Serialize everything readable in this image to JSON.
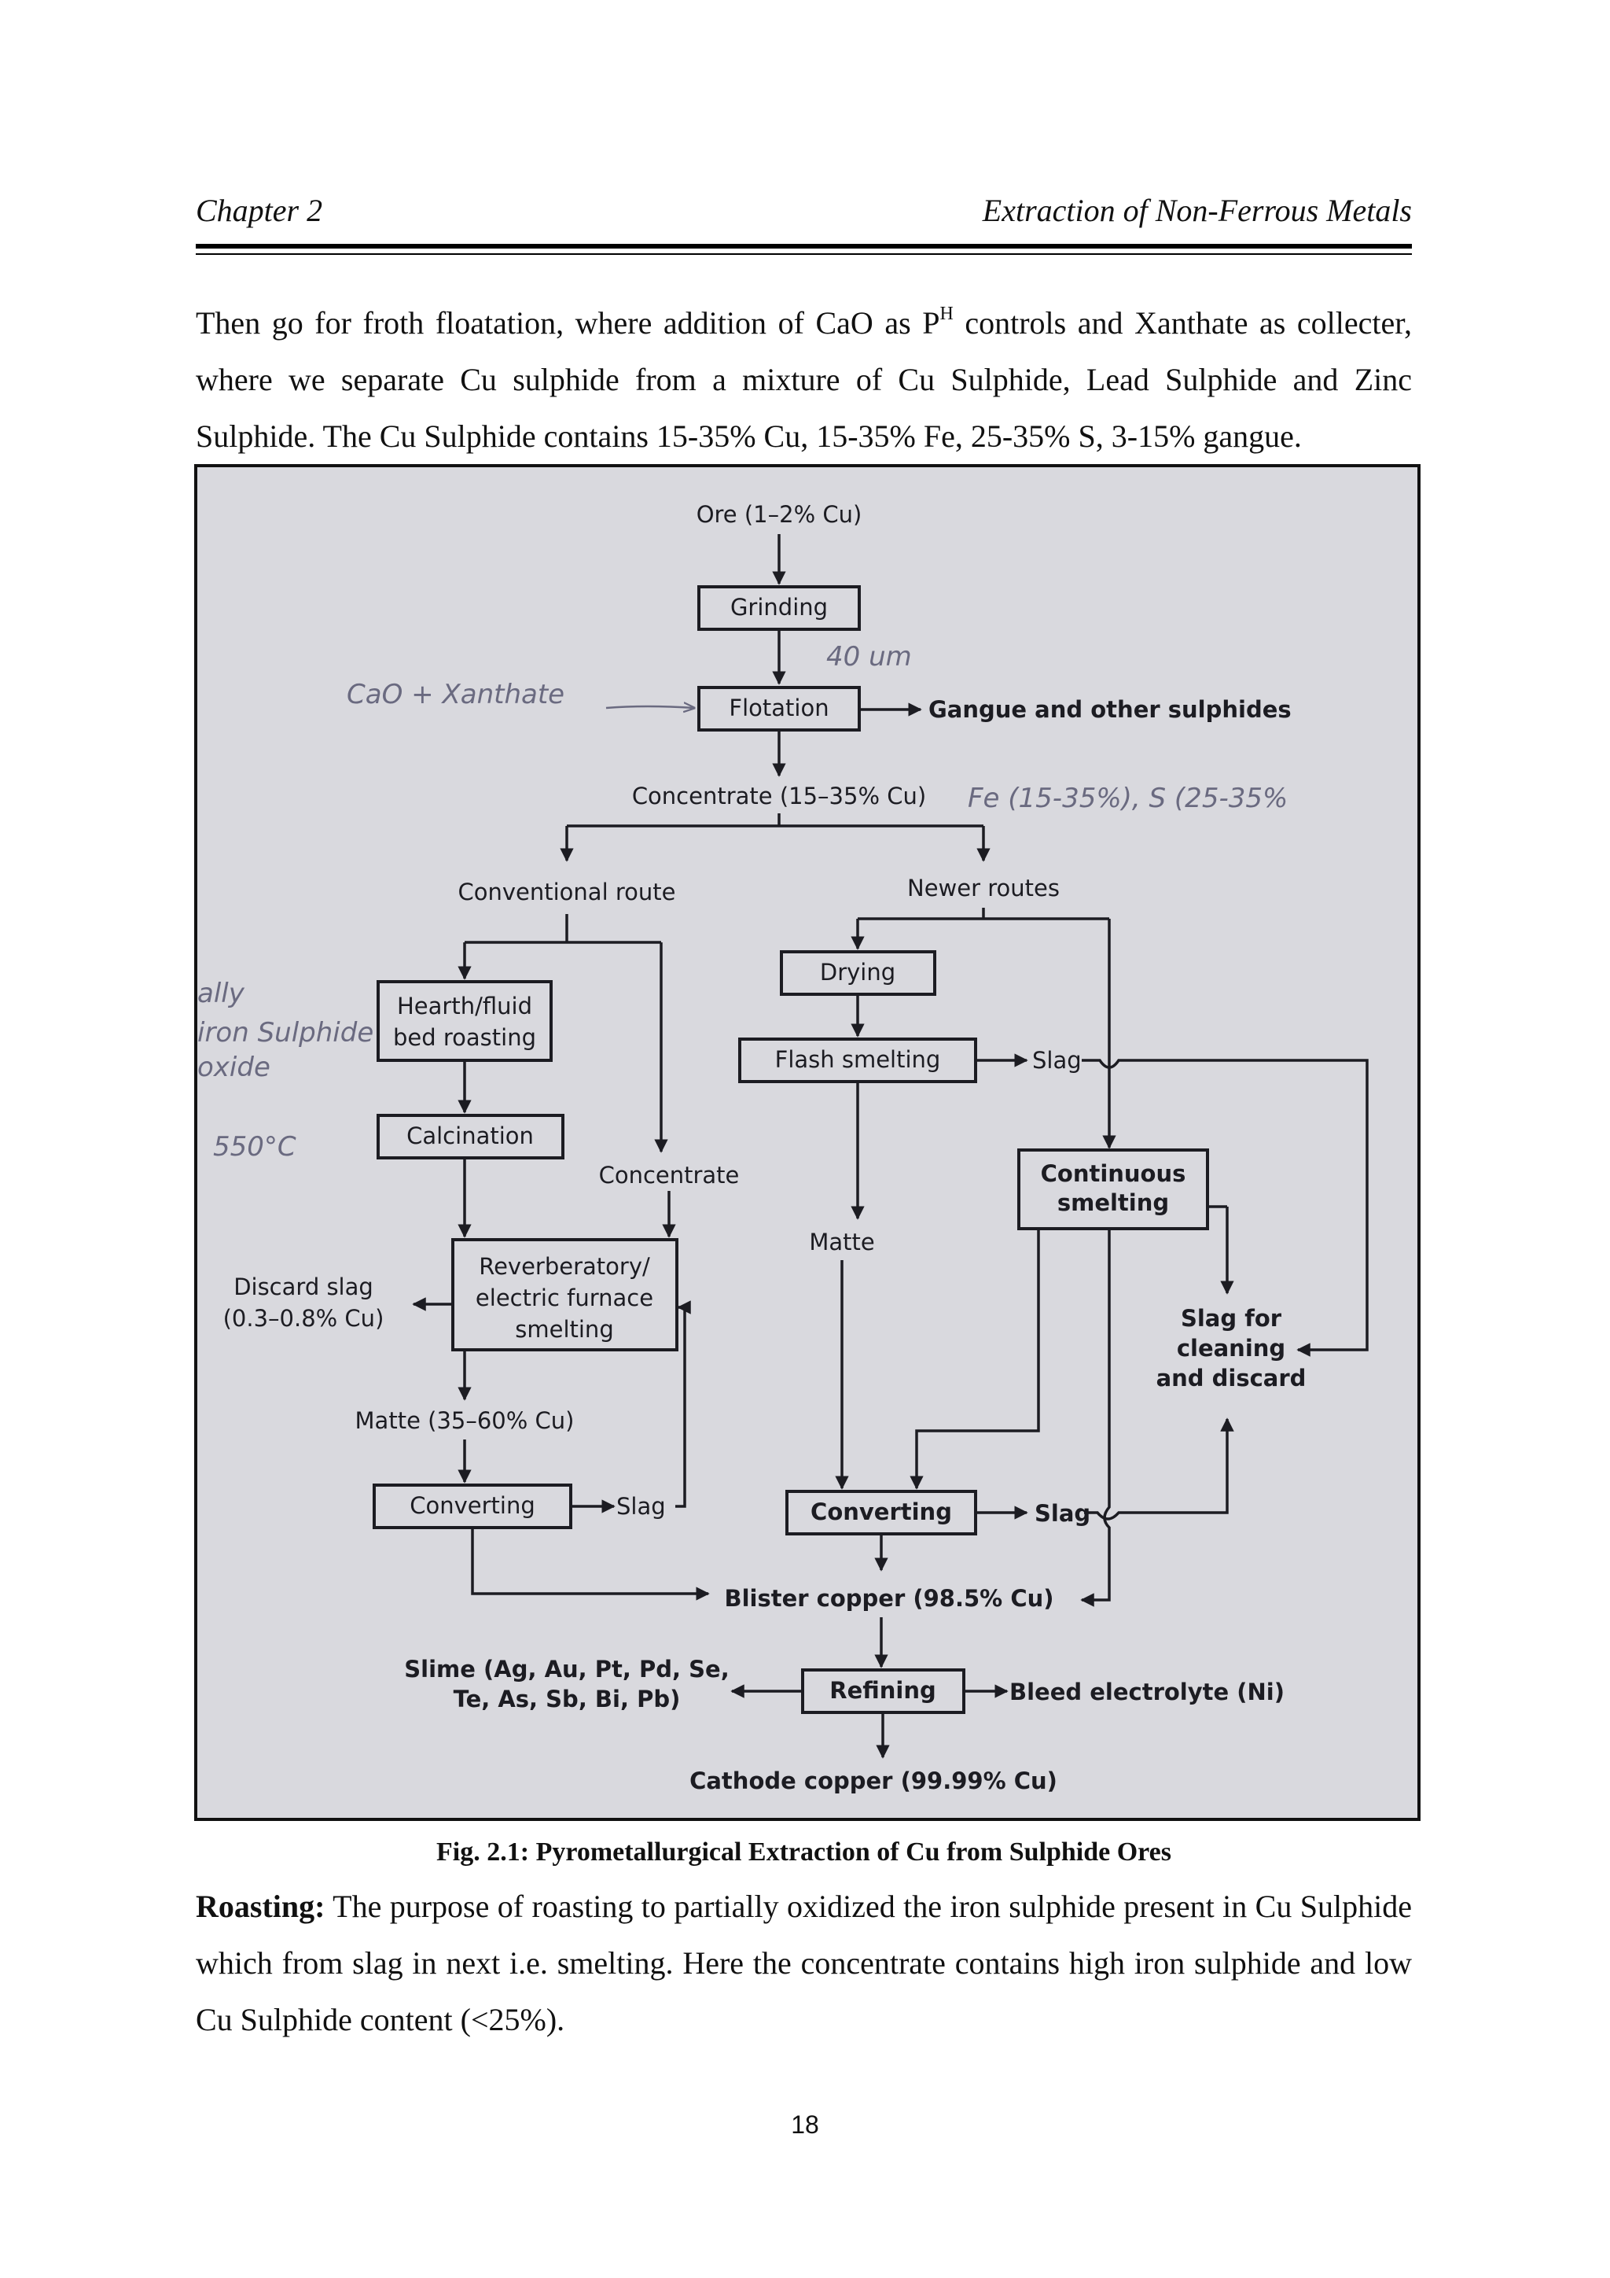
{
  "header": {
    "chapter": "Chapter 2",
    "title": "Extraction of Non-Ferrous Metals"
  },
  "intro": {
    "text_1": "Then go for froth floatation, where addition of CaO as P",
    "sup": "H",
    "text_2": " controls and Xanthate as collecter, where we separate Cu sulphide from a mixture of Cu Sulphide, Lead Sulphide and Zinc Sulphide. The Cu Sulphide contains 15-35% Cu, 15-35% Fe, 25-35% S, 3-15% gangue."
  },
  "flowchart": {
    "ore": "Ore (1–2% Cu)",
    "grinding": "Grinding",
    "flotation": "Flotation",
    "gangue": "Gangue and other sulphides",
    "concentrate": "Concentrate (15–35% Cu)",
    "conventional": "Conventional route",
    "newer": "Newer routes",
    "drying": "Drying",
    "hearth_1": "Hearth/fluid",
    "hearth_2": "bed roasting",
    "flash": "Flash smelting",
    "slag": "Slag",
    "calcination": "Calcination",
    "concentrate2": "Concentrate",
    "continuous_1": "Continuous",
    "continuous_2": "smelting",
    "matte": "Matte",
    "discard_1": "Discard slag",
    "discard_2": "(0.3–0.8% Cu)",
    "reverb_1": "Reverberatory/",
    "reverb_2": "electric furnace",
    "reverb_3": "smelting",
    "slagfor_1": "Slag for",
    "slagfor_2": "cleaning",
    "slagfor_3": "and discard",
    "matte2": "Matte (35–60% Cu)",
    "converting": "Converting",
    "blister": "Blister copper (98.5% Cu)",
    "slime_1": "Slime (Ag, Au, Pt, Pd, Se,",
    "slime_2": "Te, As, Sb, Bi, Pb)",
    "refining": "Refining",
    "bleed": "Bleed electrolyte (Ni)",
    "cathode": "Cathode copper (99.99% Cu)"
  },
  "handwriting": {
    "um": "40 um",
    "cao": "CaO + Xanthate",
    "fe": "Fe (15-35%), S (25-35%",
    "side_1": "ally",
    "side_2": "iron Sulphide",
    "side_3": "oxide",
    "side_4": "550°C"
  },
  "caption": "Fig. 2.1: Pyrometallurgical Extraction of Cu from Sulphide Ores",
  "roasting": {
    "label": "Roasting:",
    "text": " The purpose of roasting to partially oxidized the iron sulphide present in Cu Sulphide which from slag in next i.e. smelting. Here the concentrate contains high iron sulphide and low Cu Sulphide content (<25%)."
  },
  "page_number": "18"
}
